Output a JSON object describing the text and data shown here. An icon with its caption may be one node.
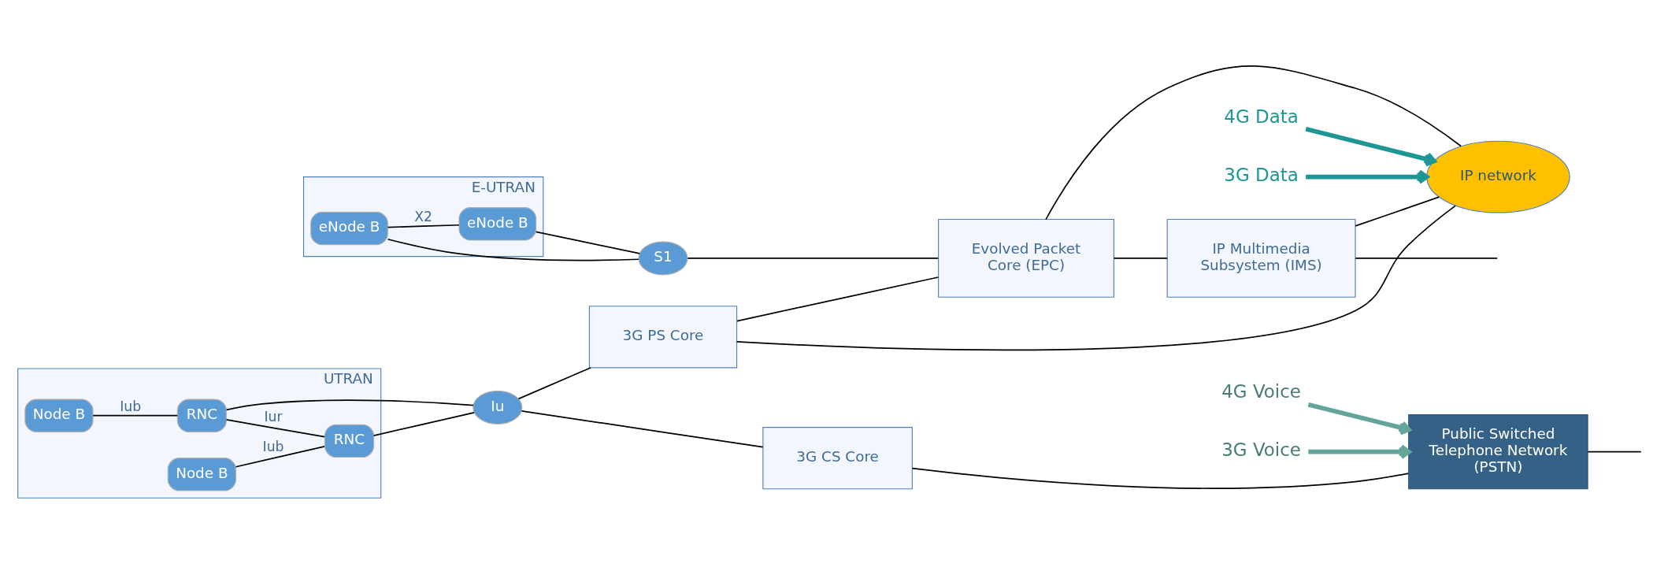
{
  "diagram": {
    "nodes": [
      {
        "text": [
          "3G Data"
        ]
      },
      {
        "text": [
          "UTRAN"
        ]
      },
      {
        "text": [
          "Node B"
        ],
        "in": 1
      },
      {
        "text": [
          "RNC"
        ],
        "in": 1
      },
      {
        "text": [
          "3G Voice"
        ]
      },
      {
        "text": [
          "Node B"
        ],
        "in": 1
      },
      {
        "text": [
          "RNC"
        ],
        "in": 1
      },
      {
        "text": [
          "Iu"
        ]
      },
      {
        "text": [
          "3G CS Core"
        ]
      },
      {
        "text": [
          "Public Switched Telephone Network (PSTN)"
        ]
      },
      {
        "text": [
          "3G PS Core"
        ]
      },
      {
        "text": [
          "IP network"
        ]
      },
      {
        "text": [
          "E-UTRAN"
        ]
      },
      {
        "text": [
          "4G Data"
        ]
      },
      {
        "text": [
          "eNode B"
        ],
        "in": 12
      },
      {
        "text": [
          "4G Voice"
        ]
      },
      {
        "text": [
          "eNode B"
        ],
        "in": 12
      },
      {
        "text": [
          "S1"
        ]
      },
      {
        "text": [
          "Evolved Packet Core (EPC)"
        ]
      },
      {
        "text": [
          "IP Multimedia Subsystem (IMS)"
        ]
      }
    ],
    "edges": [
      {
        "from": 2,
        "to": 3,
        "arrow": "none",
        "label": "Iub"
      },
      {
        "from": 5,
        "to": 6,
        "arrow": "none",
        "label": "Iub"
      },
      {
        "from": 3,
        "to": 6,
        "arrow": "none",
        "label": "Iur"
      },
      {
        "from": 3,
        "to": 7,
        "arrow": "none"
      },
      {
        "from": 6,
        "to": 7,
        "arrow": "none"
      },
      {
        "from": 7,
        "to": 8,
        "arrow": "none"
      },
      {
        "from": 7,
        "to": 10,
        "arrow": "none"
      },
      {
        "from": 8,
        "to": 9,
        "arrow": "none"
      },
      {
        "from": 9,
        "to": null,
        "arrow": "none"
      },
      {
        "from": 10,
        "to": 11,
        "arrow": "none"
      },
      {
        "from": 10,
        "to": 18,
        "arrow": "none"
      },
      {
        "from": 14,
        "to": 16,
        "arrow": "none",
        "label": "X2"
      },
      {
        "from": 14,
        "to": 17,
        "arrow": "none"
      },
      {
        "from": 16,
        "to": 17,
        "arrow": "none"
      },
      {
        "from": 17,
        "to": 18,
        "arrow": "none"
      },
      {
        "from": 18,
        "to": 11,
        "arrow": "none"
      },
      {
        "from": 18,
        "to": 19,
        "arrow": "none"
      },
      {
        "from": 19,
        "to": 11,
        "arrow": "none"
      },
      {
        "from": 19,
        "to": null,
        "arrow": "none"
      },
      {
        "from": 0,
        "to": 11,
        "arrow": "to",
        "style": "thick",
        "color": "#1f9696"
      },
      {
        "from": 4,
        "to": 9,
        "arrow": "to",
        "style": "thick",
        "color": "#64a59a"
      },
      {
        "from": 13,
        "to": 11,
        "arrow": "to",
        "style": "thick",
        "color": "#1f9696"
      },
      {
        "from": 15,
        "to": 9,
        "arrow": "to",
        "style": "thick",
        "color": "#64a59a"
      }
    ]
  }
}
